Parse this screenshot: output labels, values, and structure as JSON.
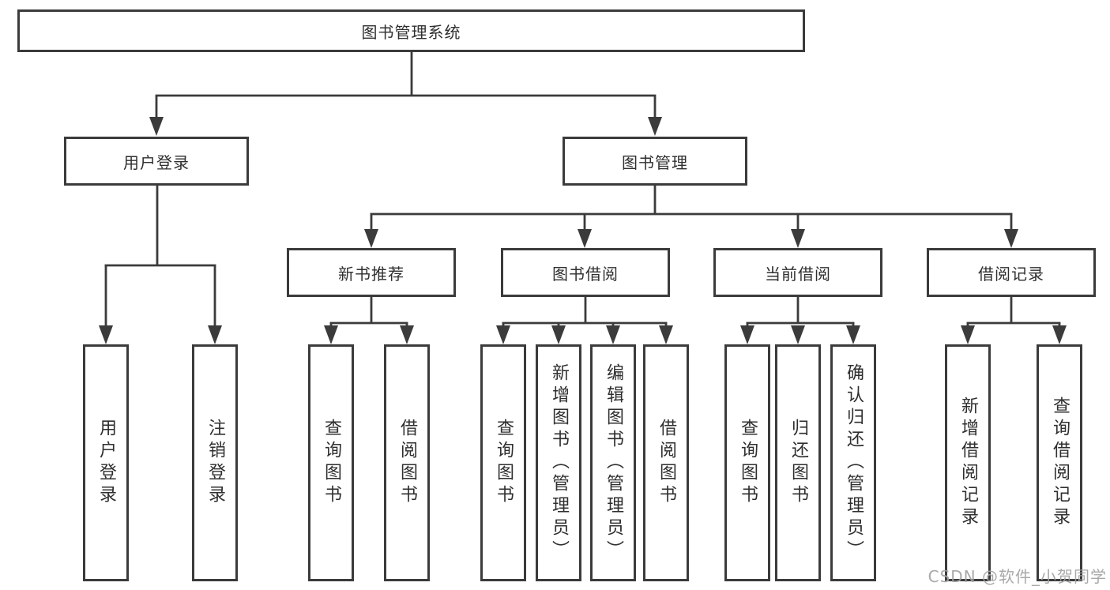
{
  "diagram": {
    "root": {
      "label": "图书管理系统"
    },
    "level2": [
      {
        "label": "用户登录"
      },
      {
        "label": "图书管理"
      }
    ],
    "level3": [
      {
        "label": "新书推荐"
      },
      {
        "label": "图书借阅"
      },
      {
        "label": "当前借阅"
      },
      {
        "label": "借阅记录"
      }
    ],
    "leaves": [
      {
        "parent": "用户登录",
        "label": "用户登录"
      },
      {
        "parent": "用户登录",
        "label": "注销登录"
      },
      {
        "parent": "新书推荐",
        "label": "查询图书"
      },
      {
        "parent": "新书推荐",
        "label": "借阅图书"
      },
      {
        "parent": "图书借阅",
        "label": "查询图书"
      },
      {
        "parent": "图书借阅",
        "label": "新增图书（管理员）"
      },
      {
        "parent": "图书借阅",
        "label": "编辑图书（管理员）"
      },
      {
        "parent": "图书借阅",
        "label": "借阅图书"
      },
      {
        "parent": "当前借阅",
        "label": "查询图书"
      },
      {
        "parent": "当前借阅",
        "label": "归还图书"
      },
      {
        "parent": "当前借阅",
        "label": "确认归还（管理员）"
      },
      {
        "parent": "借阅记录",
        "label": "新增借阅记录"
      },
      {
        "parent": "借阅记录",
        "label": "查询借阅记录"
      }
    ],
    "watermark": "CSDN @软件_小贺同学",
    "colors": {
      "line": "#3b3b3b",
      "box_border": "#3b3b3b",
      "text": "#2f2f2f",
      "watermark": "#a2a2a2",
      "background": "#ffffff"
    }
  }
}
